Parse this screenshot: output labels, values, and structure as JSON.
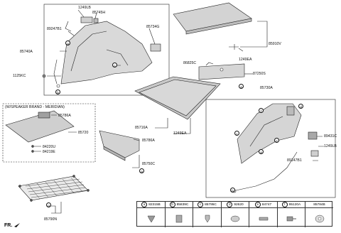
{
  "labels": {
    "p1249LB_top": "1249LB",
    "p85745H": "85745H",
    "p89247B1_top": "89247B1",
    "p85734G": "85734G",
    "p85740A": "85740A",
    "p1125KC": "1125KC",
    "p85910V": "85910V",
    "p1249EA_top": "1249EA",
    "p86825C": "86825C",
    "p87250S": "87250S",
    "speaker_box_title": "(W/SPEAKER BRAND - MERIDIAN)",
    "p85786A_top": "85786A",
    "p85720": "85720",
    "p84220U": "84220U",
    "p84219E": "84219E",
    "p85716A": "85716A",
    "p1249EA_mid": "1249EA",
    "p85786A_mid": "85786A",
    "p85750C": "85750C",
    "p85730A": "85730A",
    "p89431C": "89431C",
    "p1249LB_right": "1249LB",
    "p89147B1": "89147B1",
    "p85790N": "85790N",
    "fr": "FR."
  },
  "callouts": {
    "a": "a",
    "b": "b",
    "c": "c",
    "d": "d",
    "e": "e",
    "f": "f",
    "g": "g"
  },
  "parts_table": [
    {
      "key": "a",
      "code": "82315B"
    },
    {
      "key": "b",
      "code": "85839C"
    },
    {
      "key": "c",
      "code": "85795C"
    },
    {
      "key": "d",
      "code": "92620"
    },
    {
      "key": "e",
      "code": "84747"
    },
    {
      "key": "f",
      "code": "95120A"
    },
    {
      "key": "",
      "code": "85784B"
    }
  ]
}
